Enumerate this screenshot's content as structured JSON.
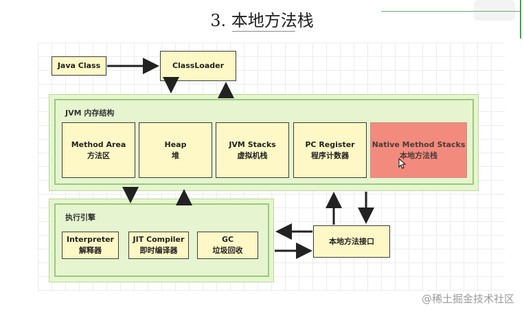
{
  "title": "3. 本地方法栈",
  "watermark": "@稀土掘金技术社区",
  "top": {
    "java_class": "Java Class",
    "class_loader": "ClassLoader"
  },
  "jvm_memory": {
    "label": "JVM 内存结构",
    "areas": [
      {
        "name": "Method Area",
        "cn": "方法区"
      },
      {
        "name": "Heap",
        "cn": "堆"
      },
      {
        "name": "JVM Stacks",
        "cn": "虚拟机栈"
      },
      {
        "name": "PC Register",
        "cn": "程序计数器"
      },
      {
        "name": "Native Method Stacks",
        "cn": "本地方法栈"
      }
    ]
  },
  "engine": {
    "label": "执行引擎",
    "items": [
      {
        "name": "Interpreter",
        "cn": "解释器"
      },
      {
        "name": "JIT Compiler",
        "cn": "即时编译器"
      },
      {
        "name": "GC",
        "cn": "垃圾回收"
      }
    ]
  },
  "native_interface": "本地方法接口",
  "colors": {
    "panel": "#e6f5cf",
    "box": "#fdf8c6",
    "highlight": "#f28b7d",
    "arrow": "#222222"
  }
}
